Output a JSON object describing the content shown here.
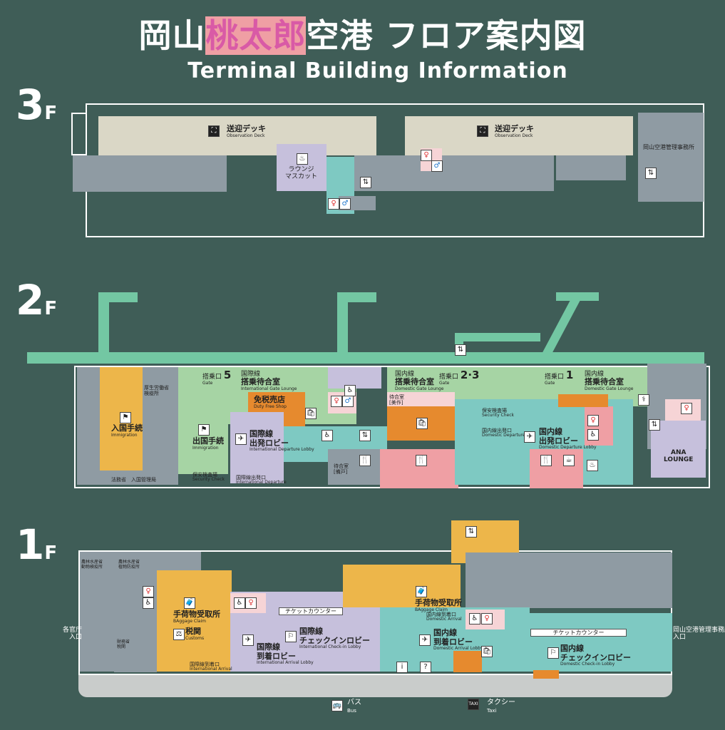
{
  "header": {
    "title_part1": "岡山",
    "title_part2": "桃太郎",
    "title_part3": "空港 フロア案内図",
    "subtitle": "Terminal  Building  Information"
  },
  "floors": {
    "f3": "3",
    "f2": "2",
    "f1": "1",
    "suffix": "F"
  },
  "floor3": {
    "deck1": {
      "jp": "送迎デッキ",
      "en": "Observation Deck"
    },
    "deck2": {
      "jp": "送迎デッキ",
      "en": "Observation Deck"
    },
    "lounge": {
      "jp1": "ラウンジ",
      "jp2": "マスカット"
    },
    "office": "岡山空港管理事務所"
  },
  "floor2": {
    "gate5": {
      "jp": "搭乗口",
      "num": "5",
      "en": "Gate"
    },
    "gate23": {
      "jp": "搭乗口",
      "num": "2·3",
      "en": "Gate"
    },
    "gate1": {
      "jp": "搭乗口",
      "num": "1",
      "en": "Gate"
    },
    "intl_gate_lounge": {
      "jp1": "国際線",
      "jp2": "搭乗待合室",
      "en": "International Gate Lounge"
    },
    "dom_gate_lounge1": {
      "jp1": "国内線",
      "jp2": "搭乗待合室",
      "en": "Domestic Gate Lounge"
    },
    "dom_gate_lounge2": {
      "jp1": "国内線",
      "jp2": "搭乗待合室",
      "en": "Domestic Gate Lounge"
    },
    "quarantine": {
      "jp1": "厚生労働省",
      "jp2": "検疫所"
    },
    "immigration_in": {
      "jp": "入国手続",
      "en": "Immigration"
    },
    "immigration_out": {
      "jp": "出国手続",
      "en": "Immigration"
    },
    "duty_free": {
      "jp": "免税売店",
      "en": "Duty Free Shop"
    },
    "intl_dep_lobby": {
      "jp1": "国際線",
      "jp2": "出発ロビー",
      "en": "International Departure Lobby"
    },
    "security_intl": {
      "jp": "保安検査場",
      "en": "Security Check"
    },
    "intl_dep_gate": {
      "jp": "国際線出発口",
      "en": "International Departure"
    },
    "moj": "法務省　入国管理局",
    "waiting_bizen": {
      "jp": "待合室",
      "sub": "[美作]"
    },
    "waiting_bichu": {
      "jp": "待合室",
      "sub": "[備戸]"
    },
    "security_dom": {
      "jp": "保安検査場",
      "en": "Security Check"
    },
    "dom_dep_gate": {
      "jp": "国内線出発口",
      "en": "Domestic Departure"
    },
    "dom_dep_lobby": {
      "jp1": "国内線",
      "jp2": "出発ロビー",
      "en": "Domestic Departure Lobby"
    },
    "ana_lounge": {
      "l1": "ANA",
      "l2": "LOUNGE"
    }
  },
  "floor1": {
    "maff1": {
      "jp1": "農林水産省",
      "jp2": "動物検疫所"
    },
    "maff2": {
      "jp1": "農林水産省",
      "jp2": "植物防疫所"
    },
    "baggage_intl": {
      "jp": "手荷物受取所",
      "en": "BAggage Claim"
    },
    "customs": {
      "jp": "税関",
      "en": "Customs"
    },
    "mof": {
      "jp1": "財務省",
      "jp2": "税関"
    },
    "intl_arr_gate": {
      "jp": "国際線到着口",
      "en": "International Arrival"
    },
    "intl_arr_lobby": {
      "jp1": "国際線",
      "jp2": "到着ロビー",
      "en": "International Arrival Lobby"
    },
    "ticket_counter1": "チケットカウンター",
    "ticket_counter2": "チケットカウンター",
    "intl_checkin": {
      "jp1": "国際線",
      "jp2": "チェックインロビー",
      "en": "International Check-in Lobby"
    },
    "baggage_dom": {
      "jp": "手荷物受取所",
      "en": "BAggage Claim"
    },
    "dom_arr_gate": {
      "jp": "国内線到着口",
      "en": "Domestic Arrival"
    },
    "dom_arr_lobby": {
      "jp1": "国内線",
      "jp2": "到着ロビー",
      "en": "Domestic Arrival Lobby"
    },
    "dom_checkin": {
      "jp1": "国内線",
      "jp2": "チェックインロビー",
      "en": "Domestic Check-in Lobby"
    },
    "gov_entrance": {
      "jp1": "各官庁",
      "jp2": "入口"
    },
    "office_entrance": {
      "jp1": "岡山空港管理事務所",
      "jp2": "入口"
    },
    "bus": {
      "jp": "バス",
      "en": "Bus"
    },
    "taxi": {
      "jp": "タクシー",
      "en": "Taxi",
      "sign": "TAXI"
    }
  },
  "colors": {
    "background": "#3f5d57",
    "title_accent": "#d95aa6"
  }
}
